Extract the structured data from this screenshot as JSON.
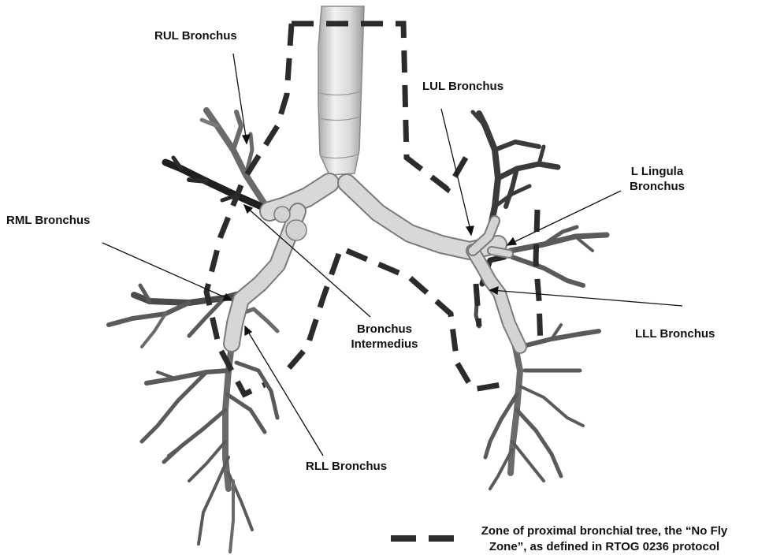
{
  "labels": {
    "rul": "RUL Bronchus",
    "lul": "LUL Bronchus",
    "l_lingula_1": "L Lingula",
    "l_lingula_2": "Bronchus",
    "rml": "RML Bronchus",
    "bronchus_intermedius_1": "Bronchus",
    "bronchus_intermedius_2": "Intermedius",
    "lll": "LLL Bronchus",
    "rll": "RLL Bronchus"
  },
  "legend": {
    "line1": "Zone of proximal bronchial tree, the “No Fly",
    "line2": "Zone”, as defined in RTOG 0236 protocol"
  },
  "colors": {
    "airway_fill": "#d4d4d4",
    "airway_outline": "#7a7a7a",
    "distal_branch": "#5a5a5a",
    "dark_branch": "#2a2a2a",
    "dash": "#2b2b2b",
    "text": "#111111"
  }
}
